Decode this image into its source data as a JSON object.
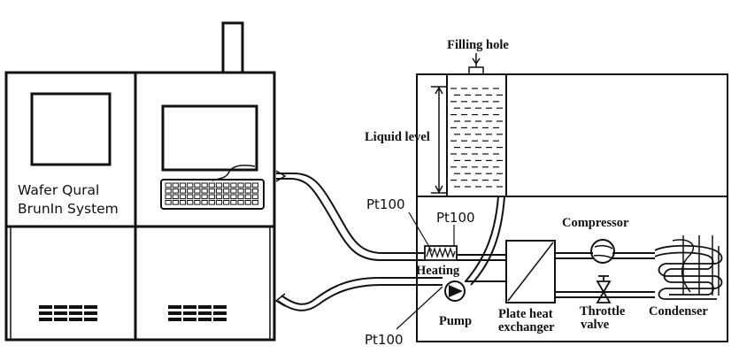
{
  "system": {
    "label_line1": "Wafer Qural",
    "label_line2": "BrunIn System"
  },
  "labels": {
    "filling_hole": "Filling hole",
    "liquid_level": "Liquid level",
    "pt100_left_top": "Pt100",
    "pt100_heater": "Pt100",
    "heating": "Heating",
    "pump": "Pump",
    "pt100_bottom": "Pt100",
    "plate_heat_line1": "Plate heat",
    "plate_heat_line2": "exchanger",
    "compressor": "Compressor",
    "throttle_line1": "Throttle",
    "throttle_line2": "valve",
    "condenser": "Condenser"
  }
}
